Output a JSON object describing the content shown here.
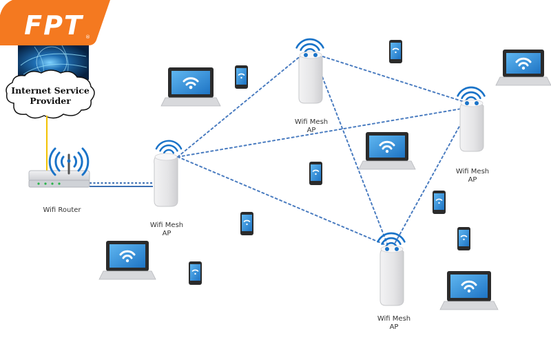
{
  "logo": {
    "text": "FPT",
    "reg_mark": "®",
    "colors": {
      "orange": "#f47920",
      "white": "#ffffff"
    }
  },
  "isp": {
    "line1": "Internet Service",
    "line2": "Provider"
  },
  "router": {
    "label": "Wifi Router"
  },
  "mesh_aps": [
    {
      "id": "left",
      "line1": "Wifi Mesh",
      "line2": "AP"
    },
    {
      "id": "top",
      "line1": "Wifi Mesh",
      "line2": "AP"
    },
    {
      "id": "right",
      "line1": "Wifi Mesh",
      "line2": "AP"
    },
    {
      "id": "bottom",
      "line1": "Wifi Mesh",
      "line2": "AP"
    }
  ],
  "colors": {
    "wifi_blue": "#1a73c8",
    "link_blue": "#3a6fb3",
    "backhaul_yellow": "#f2c200",
    "device_gray": "#e9e9ea",
    "screen_blue": "#2f8fd8"
  },
  "icons": {
    "signal": "wifi-signal-icon",
    "laptop": "laptop-icon",
    "phone": "smartphone-icon",
    "globe": "globe-icon",
    "cloud": "cloud-icon"
  }
}
